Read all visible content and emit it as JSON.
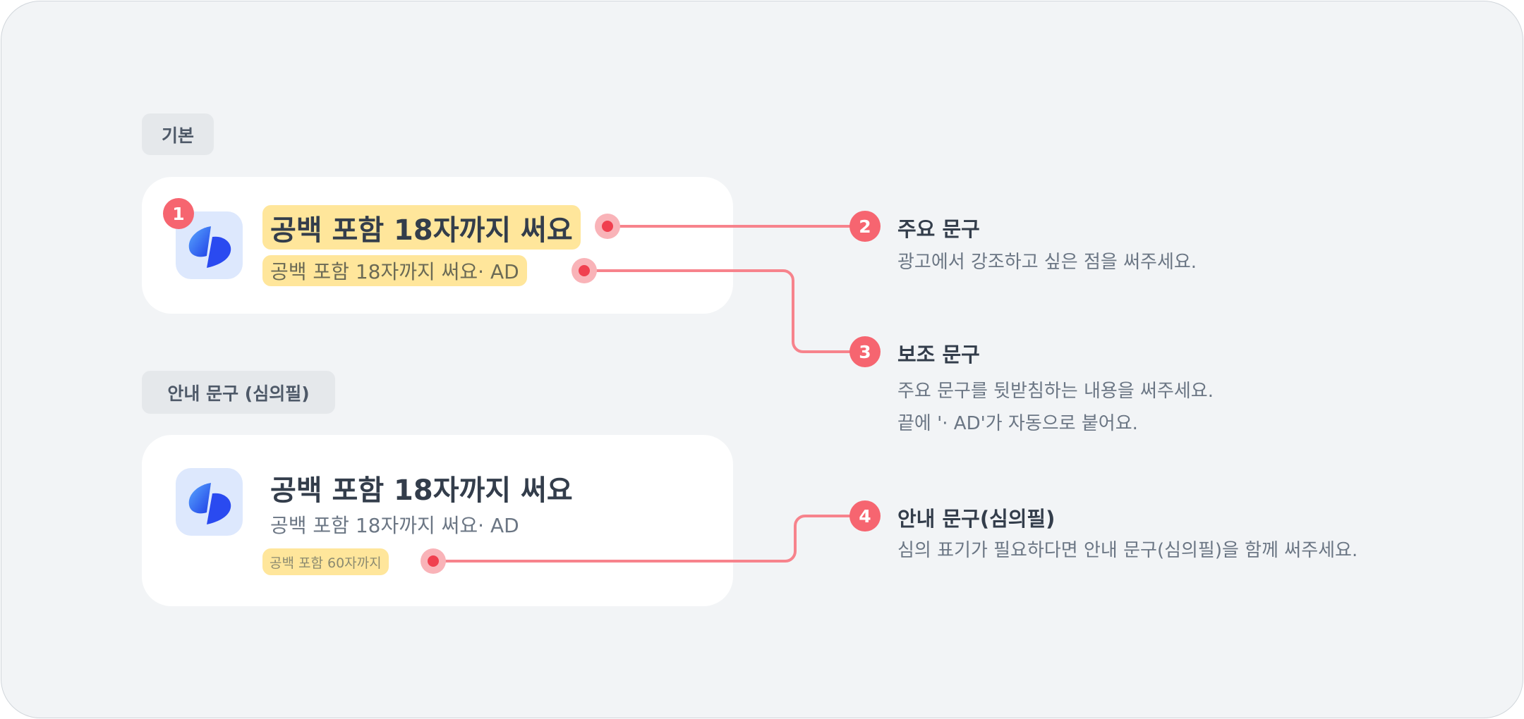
{
  "sections": {
    "basic": {
      "label": "기본"
    },
    "notice": {
      "label": "안내 문구 (심의필)"
    }
  },
  "card_basic": {
    "title": "공백 포함 18자까지 써요",
    "subtitle": "공백 포함 18자까지 써요· AD",
    "badge": "1"
  },
  "card_notice": {
    "title": "공백 포함 18자까지 써요",
    "subtitle": "공백 포함 18자까지 써요· AD",
    "notice": "공백 포함 60자까지"
  },
  "annotations": [
    {
      "number": "2",
      "title": "주요 문구",
      "desc": [
        "광고에서 강조하고 싶은 점을 써주세요."
      ]
    },
    {
      "number": "3",
      "title": "보조 문구",
      "desc": [
        "주요 문구를 뒷받침하는 내용을 써주세요.",
        "끝에 '· AD'가 자동으로 붙어요."
      ]
    },
    {
      "number": "4",
      "title": "안내 문구(심의필)",
      "desc": [
        "심의 표기가 필요하다면 안내 문구(심의필)을 함께 써주세요."
      ]
    }
  ],
  "colors": {
    "accent": "#f66570",
    "highlight": "#ffe69b",
    "line": "#f7838c",
    "dot": "#f0404f"
  }
}
